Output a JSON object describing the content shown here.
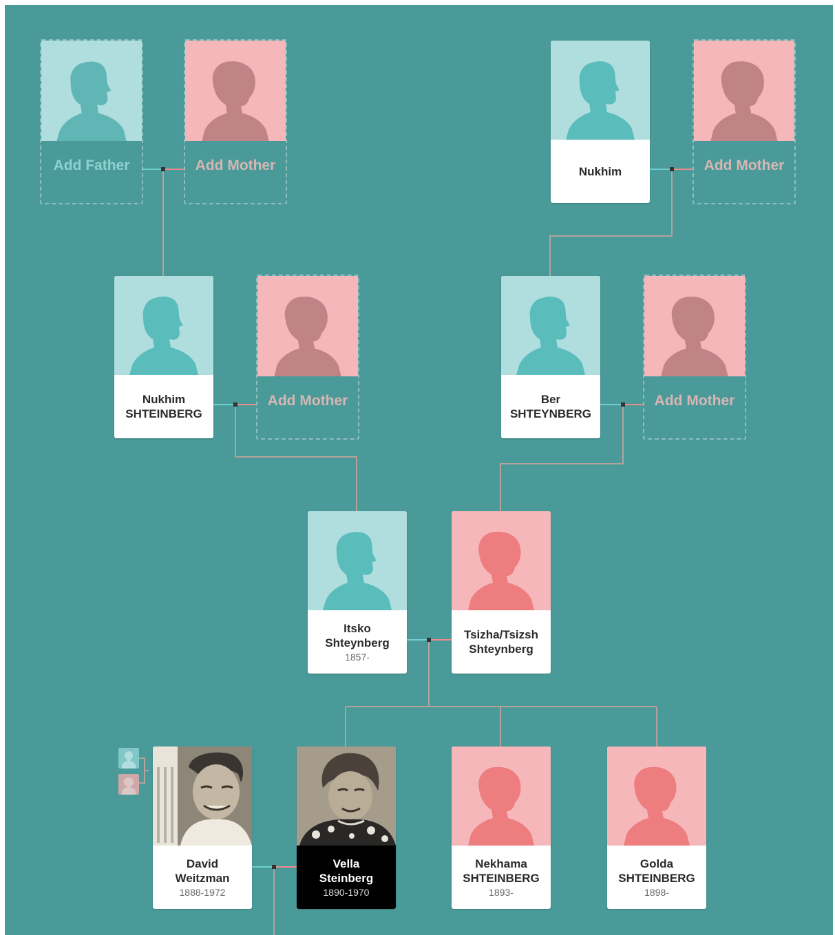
{
  "colors": {
    "background": "#4a9a9a",
    "male_silhouette": "#5bbcbc",
    "female_silhouette": "#ee7d7f",
    "male_photo_bg": "#b0dede",
    "female_photo_bg": "#f6b7bb",
    "empty_male_silhouette": "#5fb6b5",
    "empty_female_silhouette": "#c08487",
    "connector": "#b6a29c",
    "male_link": "#6fd0d0",
    "female_link": "#ef8a8a"
  },
  "tree": {
    "gen1": {
      "add_father": {
        "label": "Add Father",
        "icon": "male-silhouette-icon"
      },
      "add_mother_left": {
        "label": "Add Mother",
        "icon": "female-silhouette-icon"
      },
      "nukhim_top": {
        "name": "Nukhim",
        "icon": "male-silhouette-icon"
      },
      "add_mother_right": {
        "label": "Add Mother",
        "icon": "female-silhouette-icon"
      }
    },
    "gen2": {
      "nukhim_shteinberg": {
        "first": "Nukhim",
        "last": "SHTEINBERG",
        "icon": "male-silhouette-icon"
      },
      "add_mother_a": {
        "label": "Add Mother",
        "icon": "female-silhouette-icon"
      },
      "ber_shteynberg": {
        "first": "Ber",
        "last": "SHTEYNBERG",
        "icon": "male-silhouette-icon"
      },
      "add_mother_b": {
        "label": "Add Mother",
        "icon": "female-silhouette-icon"
      }
    },
    "gen3": {
      "itsko": {
        "first": "Itsko",
        "last": "Shteynberg",
        "dates": "1857-",
        "icon": "male-silhouette-icon"
      },
      "tsizha": {
        "first": "Tsizha/Tsizsh",
        "last": "Shteynberg",
        "icon": "female-silhouette-icon"
      }
    },
    "gen4": {
      "david": {
        "first": "David",
        "last": "Weitzman",
        "dates": "1888-1972",
        "photo": "man-portrait-photo"
      },
      "vella": {
        "first": "Vella",
        "last": "Steinberg",
        "dates": "1890-1970",
        "photo": "woman-portrait-photo"
      },
      "nekhama": {
        "first": "Nekhama",
        "last": "SHTEINBERG",
        "dates": "1893-",
        "icon": "female-silhouette-icon"
      },
      "golda": {
        "first": "Golda",
        "last": "SHTEINBERG",
        "dates": "1898-",
        "icon": "female-silhouette-icon"
      }
    },
    "david_parents_toggle": {
      "icons": [
        "male-mini-icon",
        "female-mini-icon"
      ]
    }
  }
}
